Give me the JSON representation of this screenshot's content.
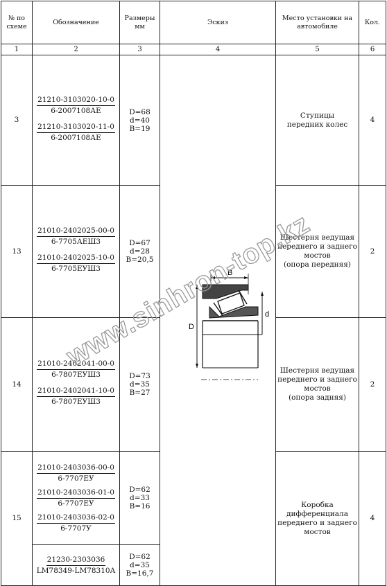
{
  "headers": {
    "num": "№ по схеме",
    "designation": "Обозначение",
    "sizes": "Размеры мм",
    "sketch": "Эскиз",
    "place": "Место установки на автомобиле",
    "qty": "Кол."
  },
  "col_numbers": [
    "1",
    "2",
    "3",
    "4",
    "5",
    "6"
  ],
  "rows": [
    {
      "num": "3",
      "codes": [
        {
          "top": "21210-3103020-10-0",
          "bottom": "6-2007108АЕ"
        },
        {
          "top": "21210-3103020-11-0",
          "bottom": "6-2007108АЕ"
        }
      ],
      "dims": [
        "D=68",
        "d=40",
        "B=19"
      ],
      "place": [
        "Ступицы",
        "передних колес"
      ],
      "qty": "4"
    },
    {
      "num": "13",
      "codes": [
        {
          "top": "21010-2402025-00-0",
          "bottom": "6-7705АЕШ3"
        },
        {
          "top": "21010-2402025-10-0",
          "bottom": "6-7705ЕУШ3"
        }
      ],
      "dims": [
        "D=67",
        "d=28",
        "B=20,5"
      ],
      "place": [
        "Шестерня ведущая",
        "переднего и заднего",
        "мостов",
        "(опора передняя)"
      ],
      "qty": "2"
    },
    {
      "num": "14",
      "codes": [
        {
          "top": "21010-2402041-00-0",
          "bottom": "6-7807ЕУШ3"
        },
        {
          "top": "21010-2402041-10-0",
          "bottom": "6-7807ЕУШ3"
        }
      ],
      "dims": [
        "D=73",
        "d=35",
        "B=27"
      ],
      "place": [
        "Шестерня ведущая",
        "переднего и заднего",
        "мостов",
        "(опора задняя)"
      ],
      "qty": "2"
    },
    {
      "num": "15",
      "codes": [
        {
          "top": "21010-2403036-00-0",
          "bottom": "6-7707ЕУ"
        },
        {
          "top": "21010-2403036-01-0",
          "bottom": "6-7707ЕУ"
        },
        {
          "top": "21010-2403036-02-0",
          "bottom": "6-7707У"
        }
      ],
      "dims": [
        "D=62",
        "d=33",
        "B=16"
      ],
      "place": [
        "Коробка",
        "дифференциала",
        "переднего и заднего",
        "мостов"
      ],
      "qty": "4",
      "sub": {
        "code": {
          "top": "21230-2303036",
          "bottom": "LM78349-LM78310A"
        },
        "dims": [
          "D=62",
          "d=35",
          "B=16,7"
        ]
      }
    }
  ],
  "sketch": {
    "label_B": "B",
    "label_D": "D",
    "label_d": "d"
  },
  "watermark": "www.sinhron-top.kz"
}
